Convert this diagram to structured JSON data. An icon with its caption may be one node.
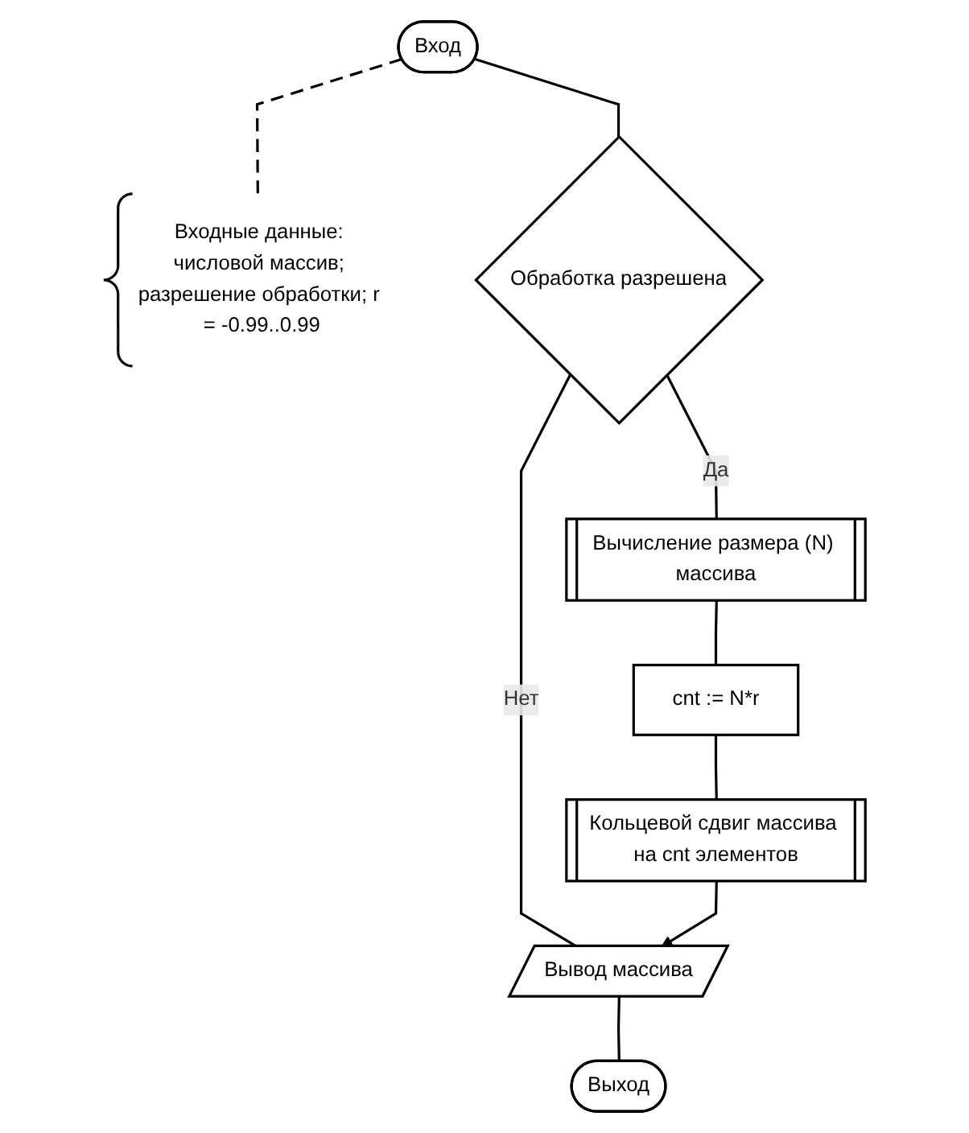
{
  "diagram": {
    "nodes": [
      {
        "text": [
          "Вход"
        ]
      },
      {
        "text": [
          "Входные данные: числовой массив; разрешение обработки; r = -0.99..0.99"
        ]
      },
      {
        "text": [
          "Обработка разрешена"
        ]
      },
      {
        "text": [
          "Вычисление размера (N) массива"
        ]
      },
      {
        "text": [
          "cnt := N*r"
        ]
      },
      {
        "text": [
          "Кольцевой сдвиг массива на cnt элементов"
        ]
      },
      {
        "text": [
          "Вывод массива"
        ]
      },
      {
        "text": [
          "Выход"
        ]
      }
    ],
    "edges": [
      {
        "from": 0,
        "to": 1,
        "arrow": "none",
        "style": "dashed"
      },
      {
        "from": 0,
        "to": 2,
        "arrow": "none"
      },
      {
        "from": 2,
        "to": 3,
        "arrow": "none",
        "label": "Да"
      },
      {
        "from": 2,
        "to": 6,
        "arrow": "none",
        "label": "Нет"
      },
      {
        "from": 3,
        "to": 4,
        "arrow": "none"
      },
      {
        "from": 4,
        "to": 5,
        "arrow": "none"
      },
      {
        "from": 5,
        "to": 6,
        "arrow": "to"
      },
      {
        "from": 6,
        "to": 7,
        "arrow": "none"
      }
    ]
  }
}
